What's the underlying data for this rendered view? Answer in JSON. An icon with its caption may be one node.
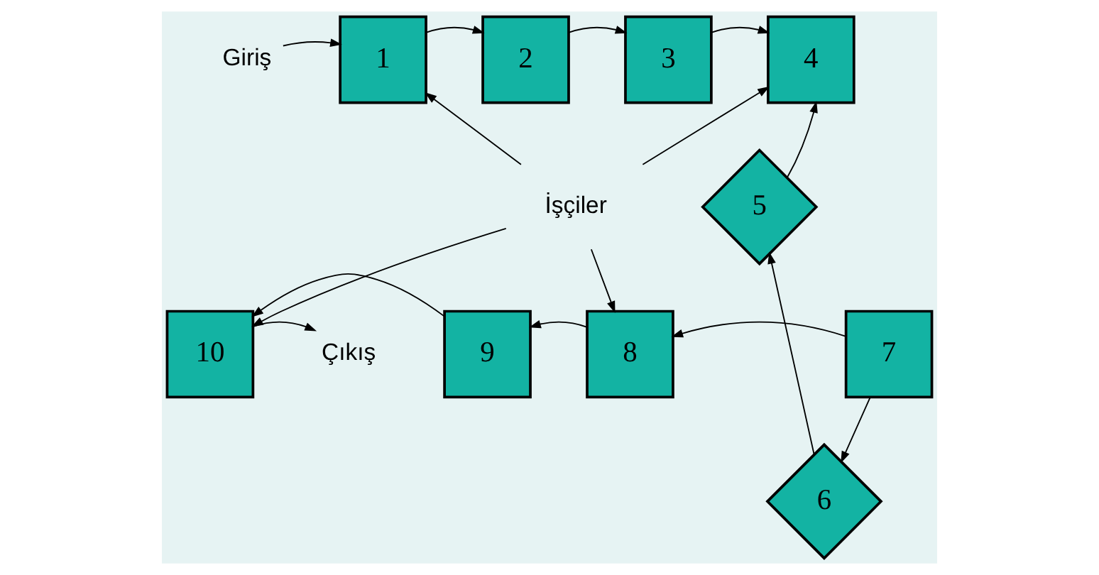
{
  "diagram": {
    "nodes": [
      {
        "text": [
          "Giriş"
        ]
      },
      {
        "text": [
          "1"
        ]
      },
      {
        "text": [
          "2"
        ]
      },
      {
        "text": [
          "3"
        ]
      },
      {
        "text": [
          "4"
        ]
      },
      {
        "text": [
          "5"
        ]
      },
      {
        "text": [
          "İşçiler"
        ]
      },
      {
        "text": [
          "6"
        ]
      },
      {
        "text": [
          "Çıkış"
        ]
      },
      {
        "text": [
          "10"
        ]
      },
      {
        "text": [
          "9"
        ]
      },
      {
        "text": [
          "8"
        ]
      },
      {
        "text": [
          "7"
        ]
      }
    ],
    "edges": [
      {
        "from": 0,
        "to": 1,
        "arrow": "to"
      },
      {
        "from": 1,
        "to": 2,
        "arrow": "to"
      },
      {
        "from": 2,
        "to": 3,
        "arrow": "to"
      },
      {
        "from": 3,
        "to": 4,
        "arrow": "to"
      },
      {
        "from": 5,
        "to": 4,
        "arrow": "to"
      },
      {
        "from": 7,
        "to": 5,
        "arrow": "to"
      },
      {
        "from": 12,
        "to": 7,
        "arrow": "to"
      },
      {
        "from": 12,
        "to": 11,
        "arrow": "to"
      },
      {
        "from": 11,
        "to": 10,
        "arrow": "to"
      },
      {
        "from": 10,
        "to": 9,
        "arrow": "to"
      },
      {
        "from": 9,
        "to": 8,
        "arrow": "to"
      },
      {
        "from": 6,
        "to": 1,
        "arrow": "to"
      },
      {
        "from": 6,
        "to": 4,
        "arrow": "to"
      },
      {
        "from": 6,
        "to": 9,
        "arrow": "to"
      },
      {
        "from": 6,
        "to": 11,
        "arrow": "to"
      }
    ]
  }
}
